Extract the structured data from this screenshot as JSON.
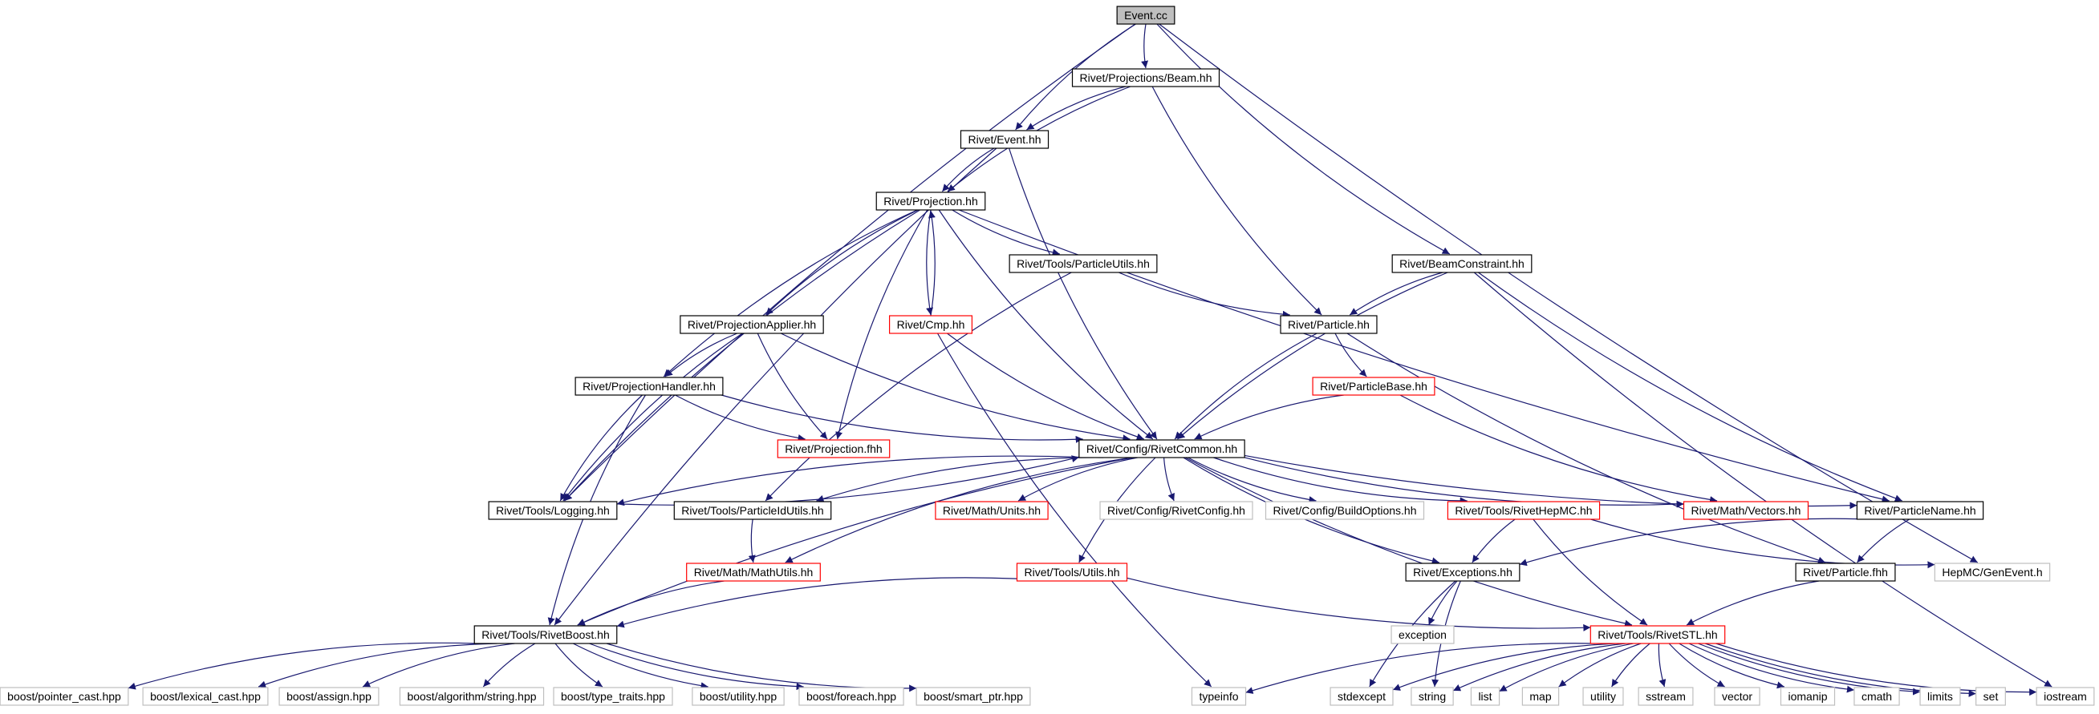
{
  "colors": {
    "edge": "#191970",
    "box_normal": "#000000",
    "box_truncated": "#ff0000",
    "box_external": "#bfbfbf",
    "root_fill": "#bfbfbf"
  },
  "diagram": {
    "type": "include-dependency-graph",
    "nodes": [
      {
        "id": "n0",
        "label": "Event.cc",
        "kind": "root"
      },
      {
        "id": "n1",
        "label": "Rivet/Projections/Beam.hh",
        "kind": "normal"
      },
      {
        "id": "n2",
        "label": "Rivet/Event.hh",
        "kind": "normal"
      },
      {
        "id": "n3",
        "label": "Rivet/Projection.hh",
        "kind": "normal"
      },
      {
        "id": "n4",
        "label": "Rivet/BeamConstraint.hh",
        "kind": "normal"
      },
      {
        "id": "n5",
        "label": "Rivet/Tools/ParticleUtils.hh",
        "kind": "normal"
      },
      {
        "id": "n6",
        "label": "Rivet/ProjectionApplier.hh",
        "kind": "normal"
      },
      {
        "id": "n7",
        "label": "Rivet/Cmp.hh",
        "kind": "truncated"
      },
      {
        "id": "n8",
        "label": "Rivet/Particle.hh",
        "kind": "normal"
      },
      {
        "id": "n9",
        "label": "Rivet/ProjectionHandler.hh",
        "kind": "normal"
      },
      {
        "id": "n10",
        "label": "Rivet/ParticleBase.hh",
        "kind": "truncated"
      },
      {
        "id": "n11",
        "label": "Rivet/Projection.fhh",
        "kind": "truncated"
      },
      {
        "id": "n12",
        "label": "Rivet/Config/RivetCommon.hh",
        "kind": "normal"
      },
      {
        "id": "n13",
        "label": "Rivet/Tools/Logging.hh",
        "kind": "normal"
      },
      {
        "id": "n14",
        "label": "Rivet/Tools/ParticleIdUtils.hh",
        "kind": "normal"
      },
      {
        "id": "n15",
        "label": "Rivet/Math/Units.hh",
        "kind": "truncated"
      },
      {
        "id": "n16",
        "label": "Rivet/Config/RivetConfig.hh",
        "kind": "external"
      },
      {
        "id": "n17",
        "label": "Rivet/Config/BuildOptions.hh",
        "kind": "external"
      },
      {
        "id": "n18",
        "label": "Rivet/Tools/RivetHepMC.hh",
        "kind": "truncated"
      },
      {
        "id": "n19",
        "label": "Rivet/Math/Vectors.hh",
        "kind": "truncated"
      },
      {
        "id": "n20",
        "label": "Rivet/ParticleName.hh",
        "kind": "normal"
      },
      {
        "id": "n21",
        "label": "Rivet/Math/MathUtils.hh",
        "kind": "truncated"
      },
      {
        "id": "n22",
        "label": "Rivet/Tools/Utils.hh",
        "kind": "truncated"
      },
      {
        "id": "n23",
        "label": "Rivet/Exceptions.hh",
        "kind": "normal"
      },
      {
        "id": "n24",
        "label": "Rivet/Particle.fhh",
        "kind": "normal"
      },
      {
        "id": "n25",
        "label": "HepMC/GenEvent.h",
        "kind": "external"
      },
      {
        "id": "n26",
        "label": "Rivet/Tools/RivetBoost.hh",
        "kind": "normal"
      },
      {
        "id": "n27",
        "label": "exception",
        "kind": "external"
      },
      {
        "id": "n28",
        "label": "Rivet/Tools/RivetSTL.hh",
        "kind": "truncated"
      },
      {
        "id": "n29",
        "label": "boost/pointer_cast.hpp",
        "kind": "external"
      },
      {
        "id": "n30",
        "label": "boost/lexical_cast.hpp",
        "kind": "external"
      },
      {
        "id": "n31",
        "label": "boost/assign.hpp",
        "kind": "external"
      },
      {
        "id": "n32",
        "label": "boost/algorithm/string.hpp",
        "kind": "external"
      },
      {
        "id": "n33",
        "label": "boost/type_traits.hpp",
        "kind": "external"
      },
      {
        "id": "n34",
        "label": "boost/utility.hpp",
        "kind": "external"
      },
      {
        "id": "n35",
        "label": "boost/foreach.hpp",
        "kind": "external"
      },
      {
        "id": "n36",
        "label": "boost/smart_ptr.hpp",
        "kind": "external"
      },
      {
        "id": "n37",
        "label": "typeinfo",
        "kind": "external"
      },
      {
        "id": "n38",
        "label": "stdexcept",
        "kind": "external"
      },
      {
        "id": "n39",
        "label": "string",
        "kind": "external"
      },
      {
        "id": "n40",
        "label": "list",
        "kind": "external"
      },
      {
        "id": "n41",
        "label": "map",
        "kind": "external"
      },
      {
        "id": "n42",
        "label": "utility",
        "kind": "external"
      },
      {
        "id": "n43",
        "label": "sstream",
        "kind": "external"
      },
      {
        "id": "n44",
        "label": "vector",
        "kind": "external"
      },
      {
        "id": "n45",
        "label": "iomanip",
        "kind": "external"
      },
      {
        "id": "n46",
        "label": "cmath",
        "kind": "external"
      },
      {
        "id": "n47",
        "label": "limits",
        "kind": "external"
      },
      {
        "id": "n48",
        "label": "set",
        "kind": "external"
      },
      {
        "id": "n49",
        "label": "iostream",
        "kind": "external"
      }
    ],
    "edges": [
      [
        "n0",
        "n1"
      ],
      [
        "n0",
        "n2"
      ],
      [
        "n0",
        "n4"
      ],
      [
        "n0",
        "n13"
      ],
      [
        "n0",
        "n25"
      ],
      [
        "n1",
        "n2"
      ],
      [
        "n1",
        "n3"
      ],
      [
        "n1",
        "n8"
      ],
      [
        "n2",
        "n3"
      ],
      [
        "n2",
        "n12"
      ],
      [
        "n2",
        "n26"
      ],
      [
        "n3",
        "n5"
      ],
      [
        "n3",
        "n6"
      ],
      [
        "n3",
        "n7"
      ],
      [
        "n3",
        "n9"
      ],
      [
        "n3",
        "n11"
      ],
      [
        "n3",
        "n12"
      ],
      [
        "n3",
        "n13"
      ],
      [
        "n3",
        "n20"
      ],
      [
        "n7",
        "n3"
      ],
      [
        "n7",
        "n12"
      ],
      [
        "n7",
        "n37"
      ],
      [
        "n4",
        "n8"
      ],
      [
        "n4",
        "n12"
      ],
      [
        "n4",
        "n20"
      ],
      [
        "n4",
        "n49"
      ],
      [
        "n5",
        "n8"
      ],
      [
        "n5",
        "n14"
      ],
      [
        "n6",
        "n9"
      ],
      [
        "n6",
        "n11"
      ],
      [
        "n6",
        "n12"
      ],
      [
        "n6",
        "n13"
      ],
      [
        "n8",
        "n10"
      ],
      [
        "n8",
        "n12"
      ],
      [
        "n8",
        "n24"
      ],
      [
        "n10",
        "n12"
      ],
      [
        "n10",
        "n19"
      ],
      [
        "n9",
        "n11"
      ],
      [
        "n9",
        "n12"
      ],
      [
        "n9",
        "n13"
      ],
      [
        "n9",
        "n26"
      ],
      [
        "n12",
        "n13"
      ],
      [
        "n12",
        "n14"
      ],
      [
        "n12",
        "n15"
      ],
      [
        "n12",
        "n16"
      ],
      [
        "n12",
        "n17"
      ],
      [
        "n12",
        "n18"
      ],
      [
        "n12",
        "n19"
      ],
      [
        "n12",
        "n20"
      ],
      [
        "n12",
        "n21"
      ],
      [
        "n12",
        "n22"
      ],
      [
        "n12",
        "n23"
      ],
      [
        "n12",
        "n26"
      ],
      [
        "n12",
        "n28"
      ],
      [
        "n13",
        "n12"
      ],
      [
        "n14",
        "n21"
      ],
      [
        "n21",
        "n26"
      ],
      [
        "n22",
        "n26"
      ],
      [
        "n22",
        "n28"
      ],
      [
        "n18",
        "n23"
      ],
      [
        "n18",
        "n25"
      ],
      [
        "n18",
        "n28"
      ],
      [
        "n20",
        "n23"
      ],
      [
        "n20",
        "n24"
      ],
      [
        "n24",
        "n28"
      ],
      [
        "n23",
        "n27"
      ],
      [
        "n23",
        "n38"
      ],
      [
        "n23",
        "n39"
      ],
      [
        "n26",
        "n29"
      ],
      [
        "n26",
        "n30"
      ],
      [
        "n26",
        "n31"
      ],
      [
        "n26",
        "n32"
      ],
      [
        "n26",
        "n33"
      ],
      [
        "n26",
        "n34"
      ],
      [
        "n26",
        "n35"
      ],
      [
        "n26",
        "n36"
      ],
      [
        "n28",
        "n37"
      ],
      [
        "n28",
        "n38"
      ],
      [
        "n28",
        "n39"
      ],
      [
        "n28",
        "n40"
      ],
      [
        "n28",
        "n41"
      ],
      [
        "n28",
        "n42"
      ],
      [
        "n28",
        "n43"
      ],
      [
        "n28",
        "n44"
      ],
      [
        "n28",
        "n45"
      ],
      [
        "n28",
        "n46"
      ],
      [
        "n28",
        "n47"
      ],
      [
        "n28",
        "n48"
      ],
      [
        "n28",
        "n49"
      ]
    ]
  }
}
